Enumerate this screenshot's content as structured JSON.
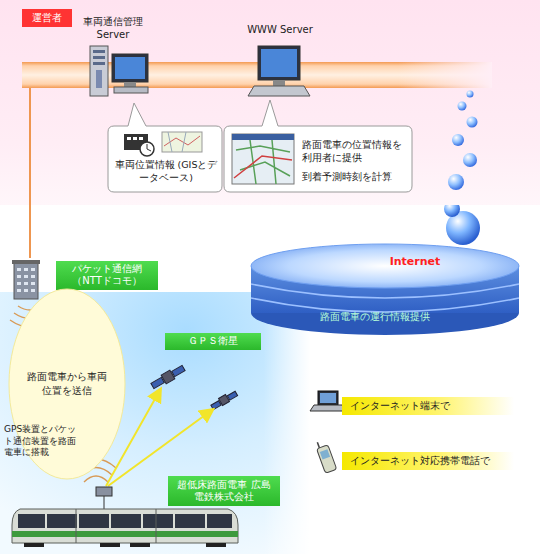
{
  "diagram": {
    "nodes": [
      {
        "text": [
          "運営者"
        ]
      },
      {
        "text": [
          "車両通信管理 Server"
        ],
        "in": 0
      },
      {
        "text": [
          "WWW Server"
        ],
        "in": 0
      },
      {
        "text": [
          "車両位置情報 (GISとデータベース)"
        ],
        "in": 0
      },
      {
        "text": [
          "路面電車の位置情報を利用者に提供",
          "到着予測時刻を計算"
        ],
        "in": 0
      },
      {
        "text": [
          "パケット通信網 （NTTドコモ）"
        ]
      },
      {
        "text": [
          "Internet",
          "路面電車の運行情報提供"
        ]
      },
      {
        "text": [
          "ＧＰＳ衛星"
        ]
      },
      {
        "text": [
          "路面電車から車両位置を送信"
        ]
      },
      {
        "text": [
          "超低床路面電車 広島電鉄株式会社"
        ]
      },
      {
        "text": [
          "インターネット端末で"
        ]
      },
      {
        "text": [
          "インターネット対応携帯電話で"
        ]
      }
    ],
    "edges": [
      {
        "from": 0,
        "to": 5,
        "arrow": "none"
      }
    ],
    "labels": [
      "GPS装置とパケット通信装置を路面電車に搭載"
    ]
  }
}
